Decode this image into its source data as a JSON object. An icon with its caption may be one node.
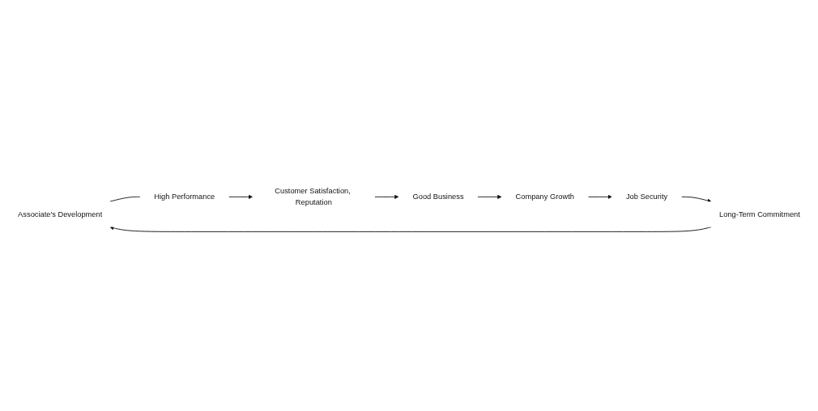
{
  "diagram": {
    "nodes": [
      {
        "text": [
          "Associate's Development"
        ]
      },
      {
        "text": [
          "High Performance"
        ]
      },
      {
        "text": [
          "Customer Satisfaction, Reputation"
        ]
      },
      {
        "text": [
          "Good Business"
        ]
      },
      {
        "text": [
          "Company Growth"
        ]
      },
      {
        "text": [
          "Job Security"
        ]
      },
      {
        "text": [
          "Long-Term Commitment"
        ]
      }
    ],
    "edges": [
      {
        "from": 6,
        "to": 0,
        "arrow": "to"
      },
      {
        "from": 0,
        "to": 1,
        "arrow": "none"
      },
      {
        "from": 1,
        "to": 2,
        "arrow": "to"
      },
      {
        "from": 2,
        "to": 3,
        "arrow": "to"
      },
      {
        "from": 3,
        "to": 4,
        "arrow": "to"
      },
      {
        "from": 4,
        "to": 5,
        "arrow": "to"
      },
      {
        "from": 5,
        "to": 6,
        "arrow": "to"
      }
    ]
  }
}
